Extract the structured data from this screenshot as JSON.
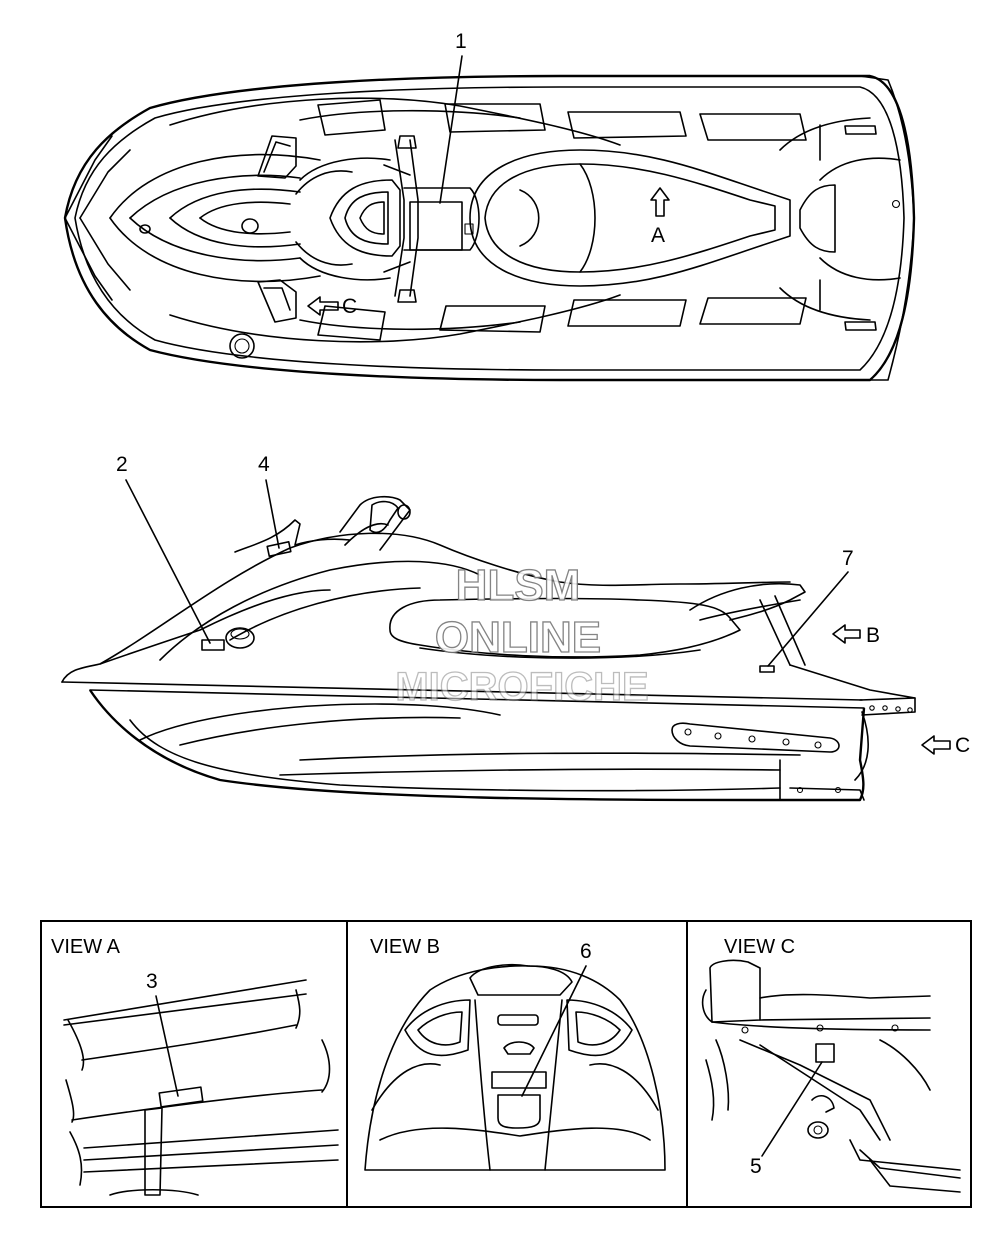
{
  "callouts": {
    "c1": "1",
    "c2": "2",
    "c3": "3",
    "c4": "4",
    "c5": "5",
    "c6": "6",
    "c7": "7"
  },
  "arrows": {
    "a": "A",
    "b": "B",
    "c": "C"
  },
  "views": {
    "a": "VIEW A",
    "b": "VIEW B",
    "c": "VIEW C"
  },
  "watermark": {
    "line1": "HLSM",
    "line2": "ONLINE",
    "line3": "MICROFICHE"
  },
  "icons": [
    "arrow-up-icon",
    "arrow-left-icon"
  ]
}
